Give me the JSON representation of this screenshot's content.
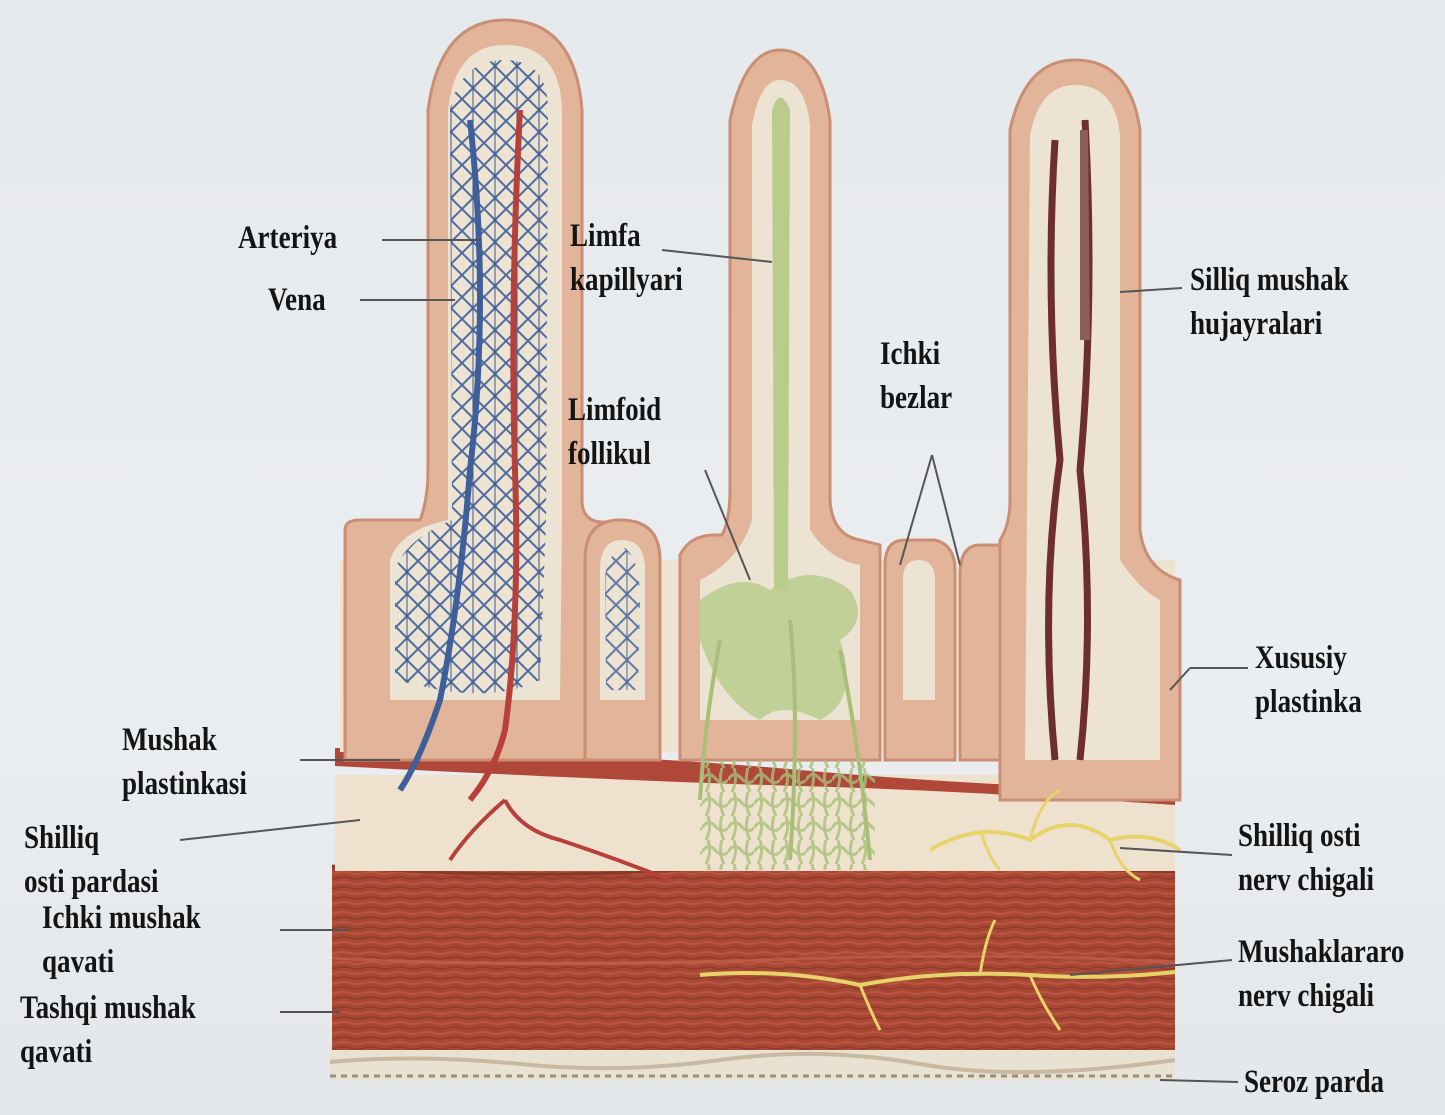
{
  "labels": {
    "arteriya": "Arteriya",
    "vena": "Vena",
    "limfa_kapillyari_1": "Limfa",
    "limfa_kapillyari_2": "kapillyari",
    "limfoid_follikul_1": "Limfoid",
    "limfoid_follikul_2": "follikul",
    "ichki_bezlar_1": "Ichki",
    "ichki_bezlar_2": "bezlar",
    "silliq_mushak_1": "Silliq mushak",
    "silliq_mushak_2": "hujayralari",
    "xususiy_plastinka_1": "Xususiy",
    "xususiy_plastinka_2": "plastinka",
    "mushak_plastinkasi_1": "Mushak",
    "mushak_plastinkasi_2": "plastinkasi",
    "shilliq_osti_pardasi_1": "Shilliq",
    "shilliq_osti_pardasi_2": "osti pardasi",
    "ichki_mushak_qavati_1": "Ichki mushak",
    "ichki_mushak_qavati_2": "qavati",
    "tashqi_mushak_qavati_1": "Tashqi mushak",
    "tashqi_mushak_qavati_2": "qavati",
    "shilliq_osti_nerv_1": "Shilliq osti",
    "shilliq_osti_nerv_2": "nerv chigali",
    "mushaklararo_nerv_1": "Mushaklararo",
    "mushaklararo_nerv_2": "nerv chigali",
    "seroz_parda": "Seroz parda"
  },
  "colors": {
    "epithelium": "#e2b49a",
    "epithelium_edge": "#c98e73",
    "lamina": "#ece3d3",
    "muscularis_mucosae": "#b0483a",
    "submucosa": "#eee2cf",
    "muscle_layer": "#a84834",
    "artery": "#b8403a",
    "vein": "#3e5f9a",
    "lymph": "#b9cc8c",
    "nerve": "#e6d36a",
    "smooth_muscle": "#6e2f2c"
  }
}
